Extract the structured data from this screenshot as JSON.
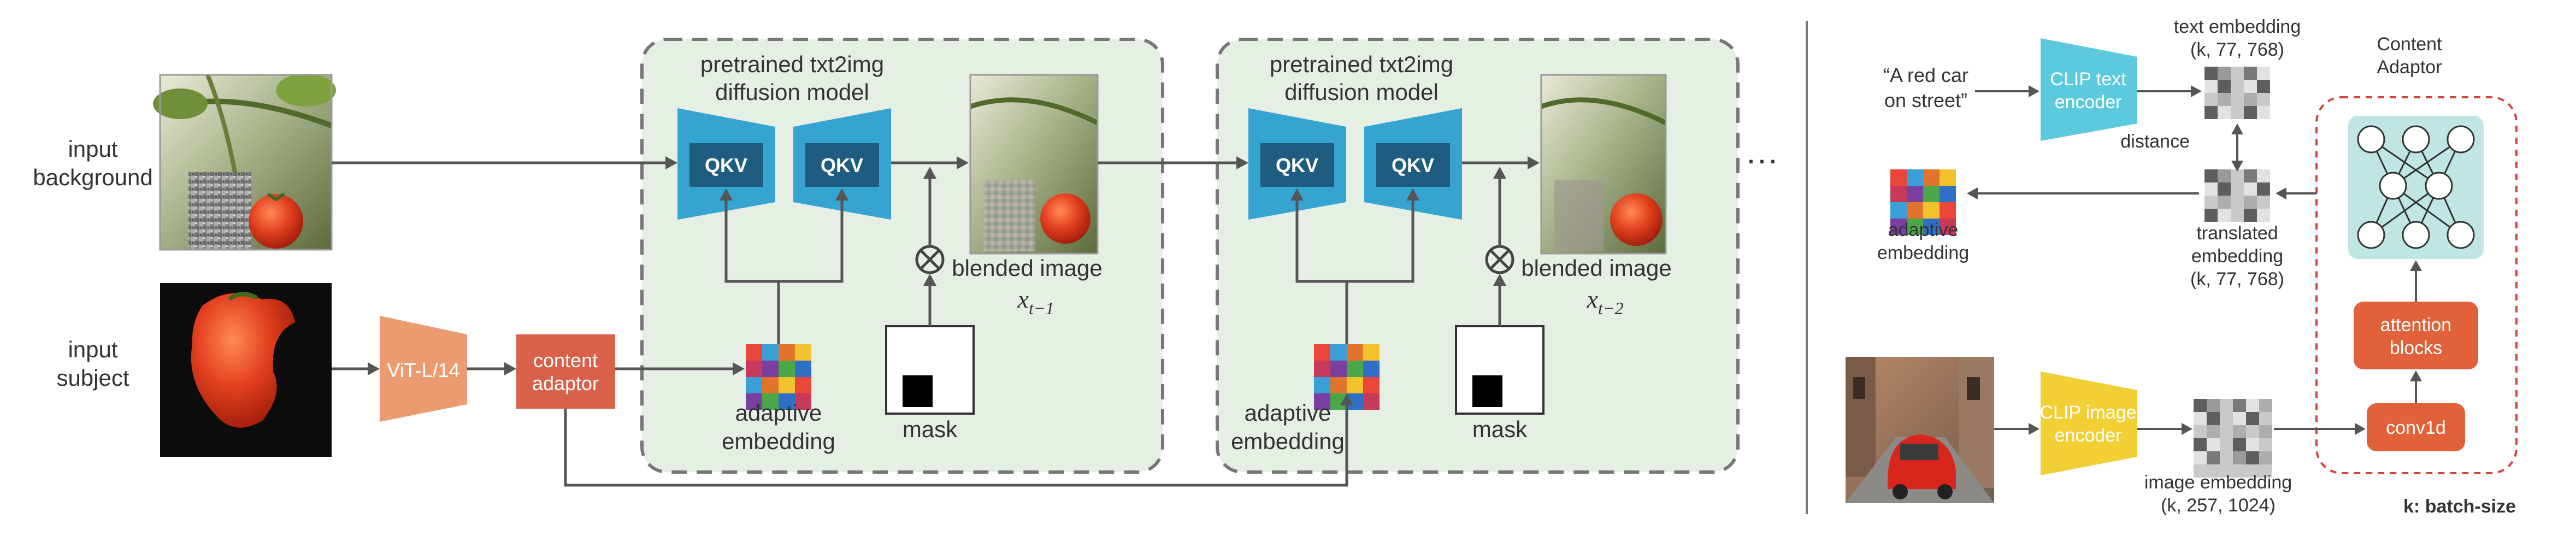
{
  "left": {
    "input_background": "input\nbackground",
    "input_subject": "input\nsubject",
    "vit": "ViT-L/14",
    "content_adaptor": "content\nadaptor",
    "diffusion_title": "pretrained txt2img\ndiffusion model",
    "qkv": "QKV",
    "adaptive_embedding": "adaptive\nembedding",
    "mask": "mask",
    "blended_image": "blended image",
    "x_symbol": "x",
    "x_sub_1": "t−1",
    "x_sub_2": "t−2",
    "ellipsis": "···"
  },
  "right": {
    "prompt": "“A red car\non street”",
    "clip_text_encoder": "CLIP text\nencoder",
    "text_embedding": "text embedding\n(k, 77, 768)",
    "distance": "distance",
    "translated_embedding": "translated\nembedding\n(k, 77, 768)",
    "adaptive_embedding": "adaptive\nembedding",
    "content_adaptor_title": "Content\nAdaptor",
    "attention_blocks": "attention\nblocks",
    "conv1d": "conv1d",
    "clip_image_encoder": "CLIP image\nencoder",
    "image_embedding": "image embedding\n(k, 257, 1024)",
    "batch_size_note": "k: batch-size"
  },
  "colors": {
    "diffusion_bg": "#e5efe4",
    "diffusion_border": "#777777",
    "unet_blue": "#36a4d1",
    "qkv_dark": "#1f5d80",
    "adaptor_red": "#d9614b",
    "vit_orange": "#eb9b70",
    "clip_text_cyan": "#5cc9dc",
    "clip_image_yellow": "#f1cf35",
    "adaptor_teal": "#bfe6e2",
    "dashed_red": "#d0443a"
  }
}
